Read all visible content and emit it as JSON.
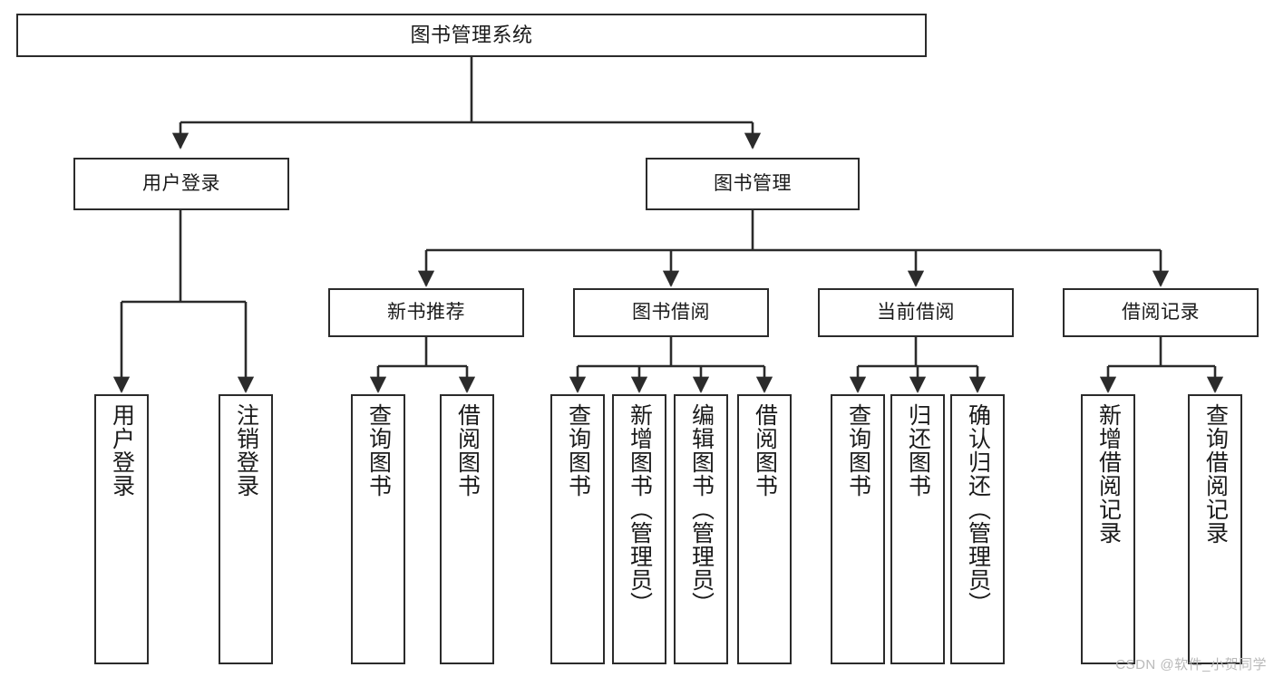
{
  "diagram": {
    "title": "图书管理系统",
    "type": "tree",
    "colors": {
      "stroke": "#2b2b2b",
      "fill": "#ffffff",
      "text": "#1a1a1a",
      "watermark": "#b9b9b9"
    },
    "watermark": "CSDN @软件_小贺同学",
    "nodes": {
      "root": {
        "label": "图书管理系统"
      },
      "level2": [
        {
          "id": "user-login",
          "label": "用户登录"
        },
        {
          "id": "book-manage",
          "label": "图书管理"
        }
      ],
      "level3": [
        {
          "id": "new-book-recommend",
          "label": "新书推荐"
        },
        {
          "id": "book-borrow",
          "label": "图书借阅"
        },
        {
          "id": "current-borrow",
          "label": "当前借阅"
        },
        {
          "id": "borrow-record",
          "label": "借阅记录"
        }
      ],
      "leaves": [
        {
          "id": "leaf-user-login",
          "label": "用户登录",
          "parent": "user-login"
        },
        {
          "id": "leaf-logout-login",
          "label": "注销登录",
          "parent": "user-login"
        },
        {
          "id": "leaf-query-book-1",
          "label": "查询图书",
          "parent": "new-book-recommend"
        },
        {
          "id": "leaf-borrow-book-1",
          "label": "借阅图书",
          "parent": "new-book-recommend"
        },
        {
          "id": "leaf-query-book-2",
          "label": "查询图书",
          "parent": "book-borrow"
        },
        {
          "id": "leaf-add-book",
          "label": "新增图书（管理员）",
          "parent": "book-borrow"
        },
        {
          "id": "leaf-edit-book",
          "label": "编辑图书（管理员）",
          "parent": "book-borrow"
        },
        {
          "id": "leaf-borrow-book-2",
          "label": "借阅图书",
          "parent": "book-borrow"
        },
        {
          "id": "leaf-query-book-3",
          "label": "查询图书",
          "parent": "current-borrow"
        },
        {
          "id": "leaf-return-book",
          "label": "归还图书",
          "parent": "current-borrow"
        },
        {
          "id": "leaf-confirm-return",
          "label": "确认归还（管理员）",
          "parent": "current-borrow"
        },
        {
          "id": "leaf-add-borrow-record",
          "label": "新增借阅记录",
          "parent": "borrow-record"
        },
        {
          "id": "leaf-query-borrow-record",
          "label": "查询借阅记录",
          "parent": "borrow-record"
        }
      ]
    }
  }
}
